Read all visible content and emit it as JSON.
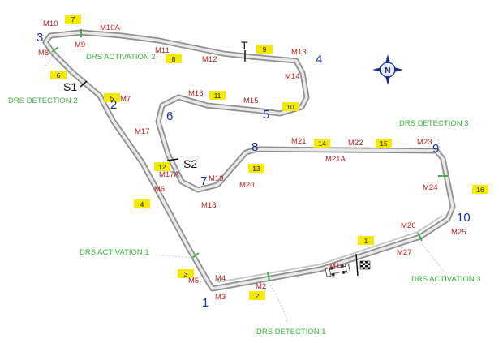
{
  "map": {
    "turns": [
      "1",
      "2",
      "3",
      "4",
      "5",
      "6",
      "7",
      "8",
      "9",
      "10"
    ],
    "sectors": [
      "S1",
      "S2"
    ],
    "timing_line": "T",
    "markers": [
      "M1",
      "M2",
      "M3",
      "M4",
      "M5",
      "M6",
      "M7",
      "M8",
      "M9",
      "M10",
      "M10A",
      "M11",
      "M12",
      "M13",
      "M14",
      "M15",
      "M16",
      "M17",
      "M17A",
      "M18",
      "M19",
      "M20",
      "M21",
      "M21A",
      "M22",
      "M23",
      "M24",
      "M25",
      "M26",
      "M27"
    ],
    "flag_posts": [
      "1",
      "2",
      "3",
      "4",
      "5",
      "6",
      "7",
      "8",
      "9",
      "10",
      "11",
      "12",
      "13",
      "14",
      "15",
      "16"
    ],
    "drs": {
      "detection_1": "DRS DETECTION 1",
      "detection_2": "DRS DETECTION 2",
      "detection_3": "DRS DETECTION 3",
      "activation_1": "DRS ACTIVATION 1",
      "activation_2": "DRS ACTIVATION 2",
      "activation_3": "DRS ACTIVATION 3"
    },
    "compass_label": "N",
    "colors": {
      "track_outer": "#8f8f8f",
      "track_inner": "#e6e6e6",
      "turn_numbers": "#1a2f8a",
      "markers": "#b02323",
      "drs": "#3cb043",
      "flag_boxes": "#f4e900"
    }
  }
}
